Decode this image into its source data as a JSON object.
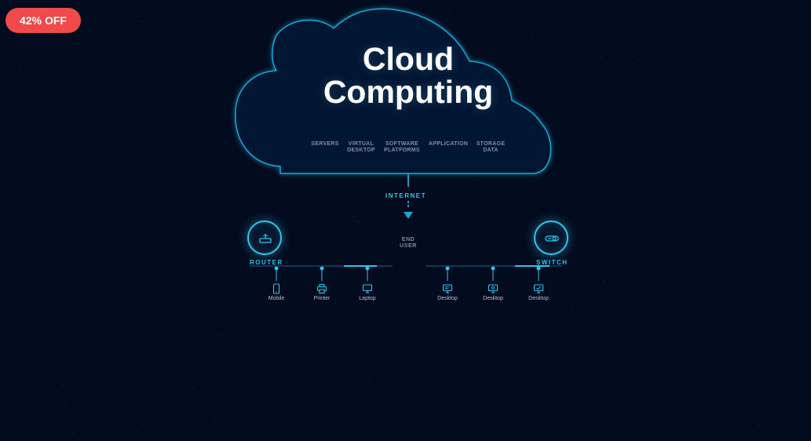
{
  "badge": {
    "text": "42% OFF"
  },
  "cloud": {
    "title_line1": "Cloud",
    "title_line2": "Computing",
    "services": [
      {
        "label": "SERVERS"
      },
      {
        "label": "VIRTUAL\nDESKTOP"
      },
      {
        "label": "SOFTWARE\nPLATFORMS"
      },
      {
        "label": "APPLICATION"
      },
      {
        "label": "STORAGE\nDATA"
      }
    ]
  },
  "connection": {
    "label": "INTERNET"
  },
  "center": {
    "label": "END\nUSER"
  },
  "router": {
    "label": "ROUTER",
    "icon": "router-icon",
    "devices": [
      {
        "name": "Mobile",
        "icon": "mobile-icon"
      },
      {
        "name": "Printer",
        "icon": "printer-icon"
      },
      {
        "name": "Laptop",
        "icon": "laptop-icon"
      }
    ]
  },
  "switch": {
    "label": "SWITCH",
    "icon": "switch-icon",
    "devices": [
      {
        "name": "Desktop",
        "icon": "desktop-icon"
      },
      {
        "name": "Desktop",
        "icon": "desktop-icon"
      },
      {
        "name": "Desktop",
        "icon": "desktop-icon"
      }
    ]
  },
  "colors": {
    "background": "#030b1e",
    "accent": "#2ec7ee",
    "badge": "#f04a4a"
  }
}
